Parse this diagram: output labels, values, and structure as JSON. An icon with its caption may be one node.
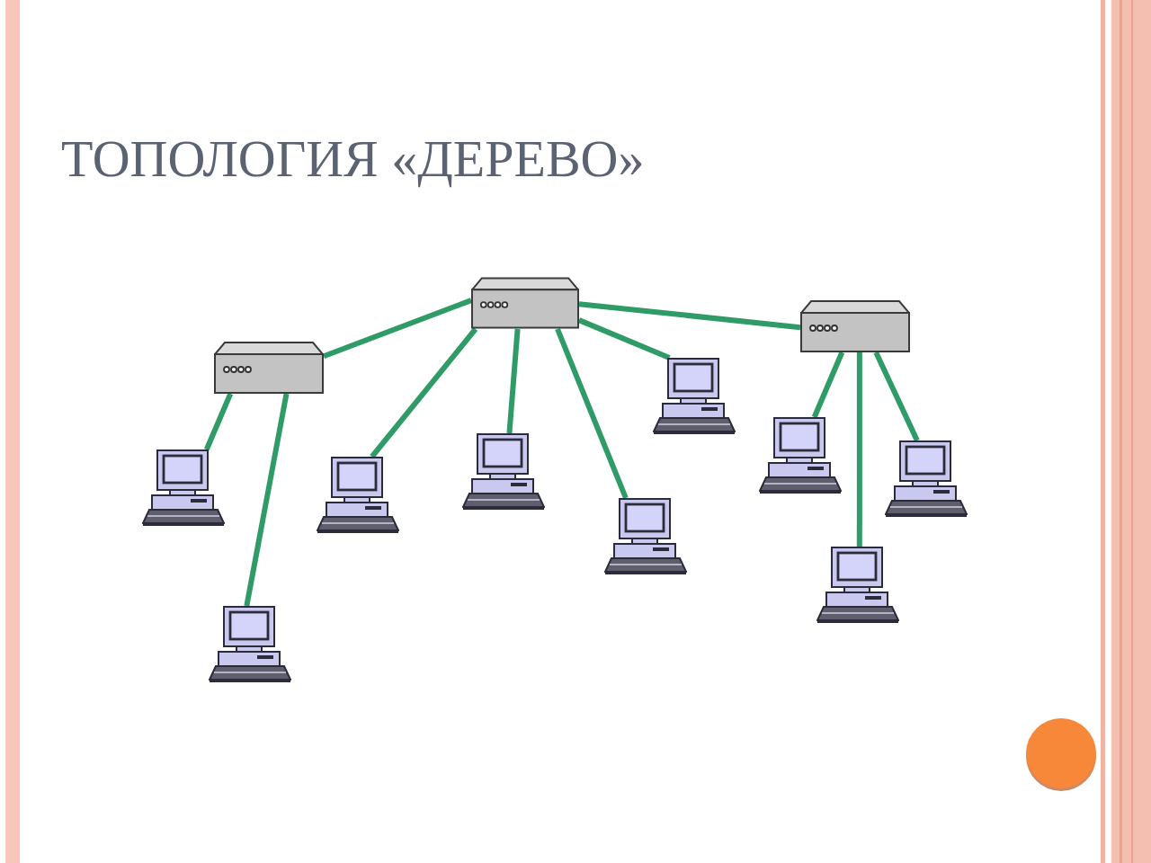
{
  "diagram": {
    "title": "ТОПОЛОГИЯ «ДЕРЕВО»",
    "nodes": [
      {
        "text": [],
        "shape": "picture"
      },
      {
        "text": [],
        "shape": "picture"
      },
      {
        "text": [],
        "shape": "picture"
      },
      {
        "text": [],
        "shape": "picture"
      },
      {
        "text": [],
        "shape": "picture"
      },
      {
        "text": [],
        "shape": "picture"
      },
      {
        "text": [],
        "shape": "picture"
      },
      {
        "text": [],
        "shape": "picture"
      },
      {
        "text": [],
        "shape": "picture"
      },
      {
        "text": [],
        "shape": "picture"
      },
      {
        "text": [],
        "shape": "picture"
      },
      {
        "text": [],
        "shape": "picture"
      }
    ],
    "edges": [
      {
        "from": 0,
        "to": 2,
        "arrow": "none"
      },
      {
        "from": 0,
        "to": 1,
        "arrow": "none"
      },
      {
        "from": 0,
        "to": 8,
        "arrow": "none"
      },
      {
        "from": 0,
        "to": 5,
        "arrow": "none"
      },
      {
        "from": 0,
        "to": 9,
        "arrow": "none"
      },
      {
        "from": 0,
        "to": 3,
        "arrow": "none"
      },
      {
        "from": 2,
        "to": 7,
        "arrow": "none"
      },
      {
        "from": 2,
        "to": 11,
        "arrow": "none"
      },
      {
        "from": 1,
        "to": 4,
        "arrow": "none"
      },
      {
        "from": 1,
        "to": 10,
        "arrow": "none"
      },
      {
        "from": 1,
        "to": 6,
        "arrow": "none"
      }
    ]
  }
}
